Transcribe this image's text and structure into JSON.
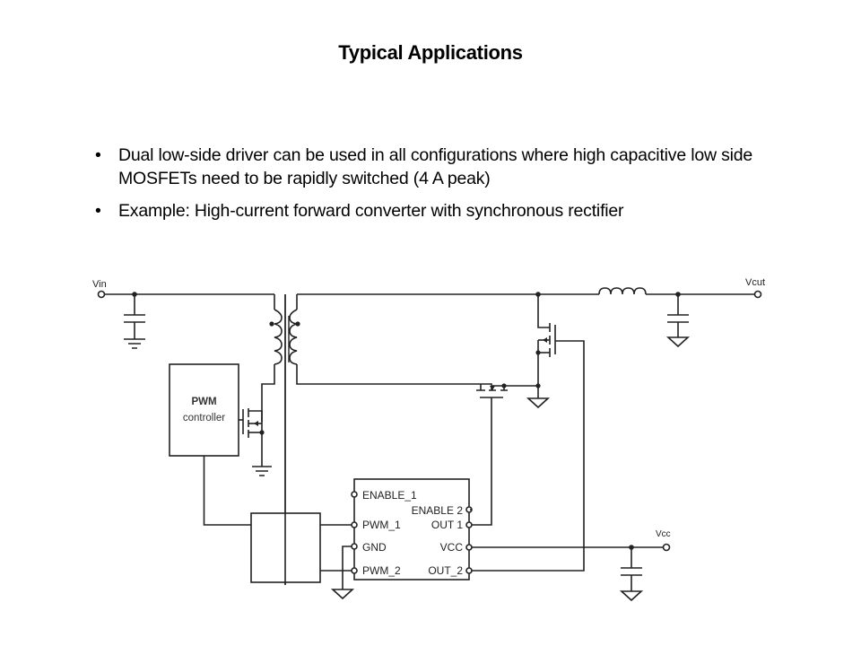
{
  "slide": {
    "title": "Typical Applications",
    "bullets": [
      {
        "marker": "•",
        "text": "Dual low-side driver can be used in all configurations where high capacitive low side MOSFETs need to be rapidly switched (4 A peak)"
      },
      {
        "marker": "•",
        "text": "Example: High-current forward converter with synchronous rectifier"
      }
    ]
  },
  "circuit": {
    "labels": {
      "vin": "Vin",
      "vout": "Vcut",
      "vcc": "Vcc",
      "pwm_line1": "PWM",
      "pwm_line2": "controller"
    },
    "driver_pins": {
      "enable_1": "ENABLE_1",
      "enable_2": "ENABLE 2",
      "pwm_1": "PWM_1",
      "out_1": "OUT 1",
      "gnd": "GND",
      "vcc": "VCC",
      "pwm_2": "PWM_2",
      "out_2": "OUT_2"
    }
  }
}
